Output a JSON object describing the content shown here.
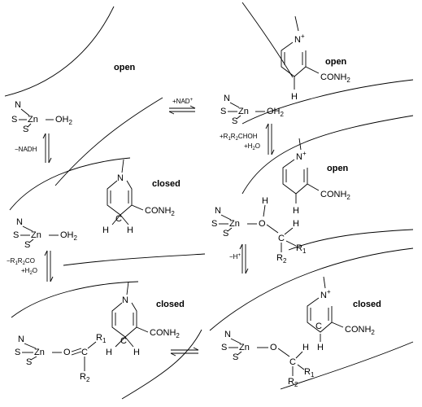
{
  "states": {
    "open": "open",
    "closed": "closed"
  },
  "atoms": {
    "zn": "Zn",
    "n": "N",
    "s": "S",
    "oh2": "OH",
    "sub2": "2",
    "h": "H",
    "o": "O",
    "c": "C",
    "n_plus": "N",
    "plus": "+",
    "conh": "CONH",
    "r": "R",
    "sub1": "1",
    "dash": "—"
  },
  "arrows": {
    "nad_plus": "+NAD",
    "nadh_minus": "−NADH",
    "alcohol_add": "+R",
    "alcohol_rest": "R",
    "alcohol_tail": "CHOH",
    "water_plus": "+H",
    "water_o": "O",
    "h_minus": "−H",
    "ketone_minus": "−R",
    "ketone_tail": "CO",
    "sup_plus": "+"
  }
}
